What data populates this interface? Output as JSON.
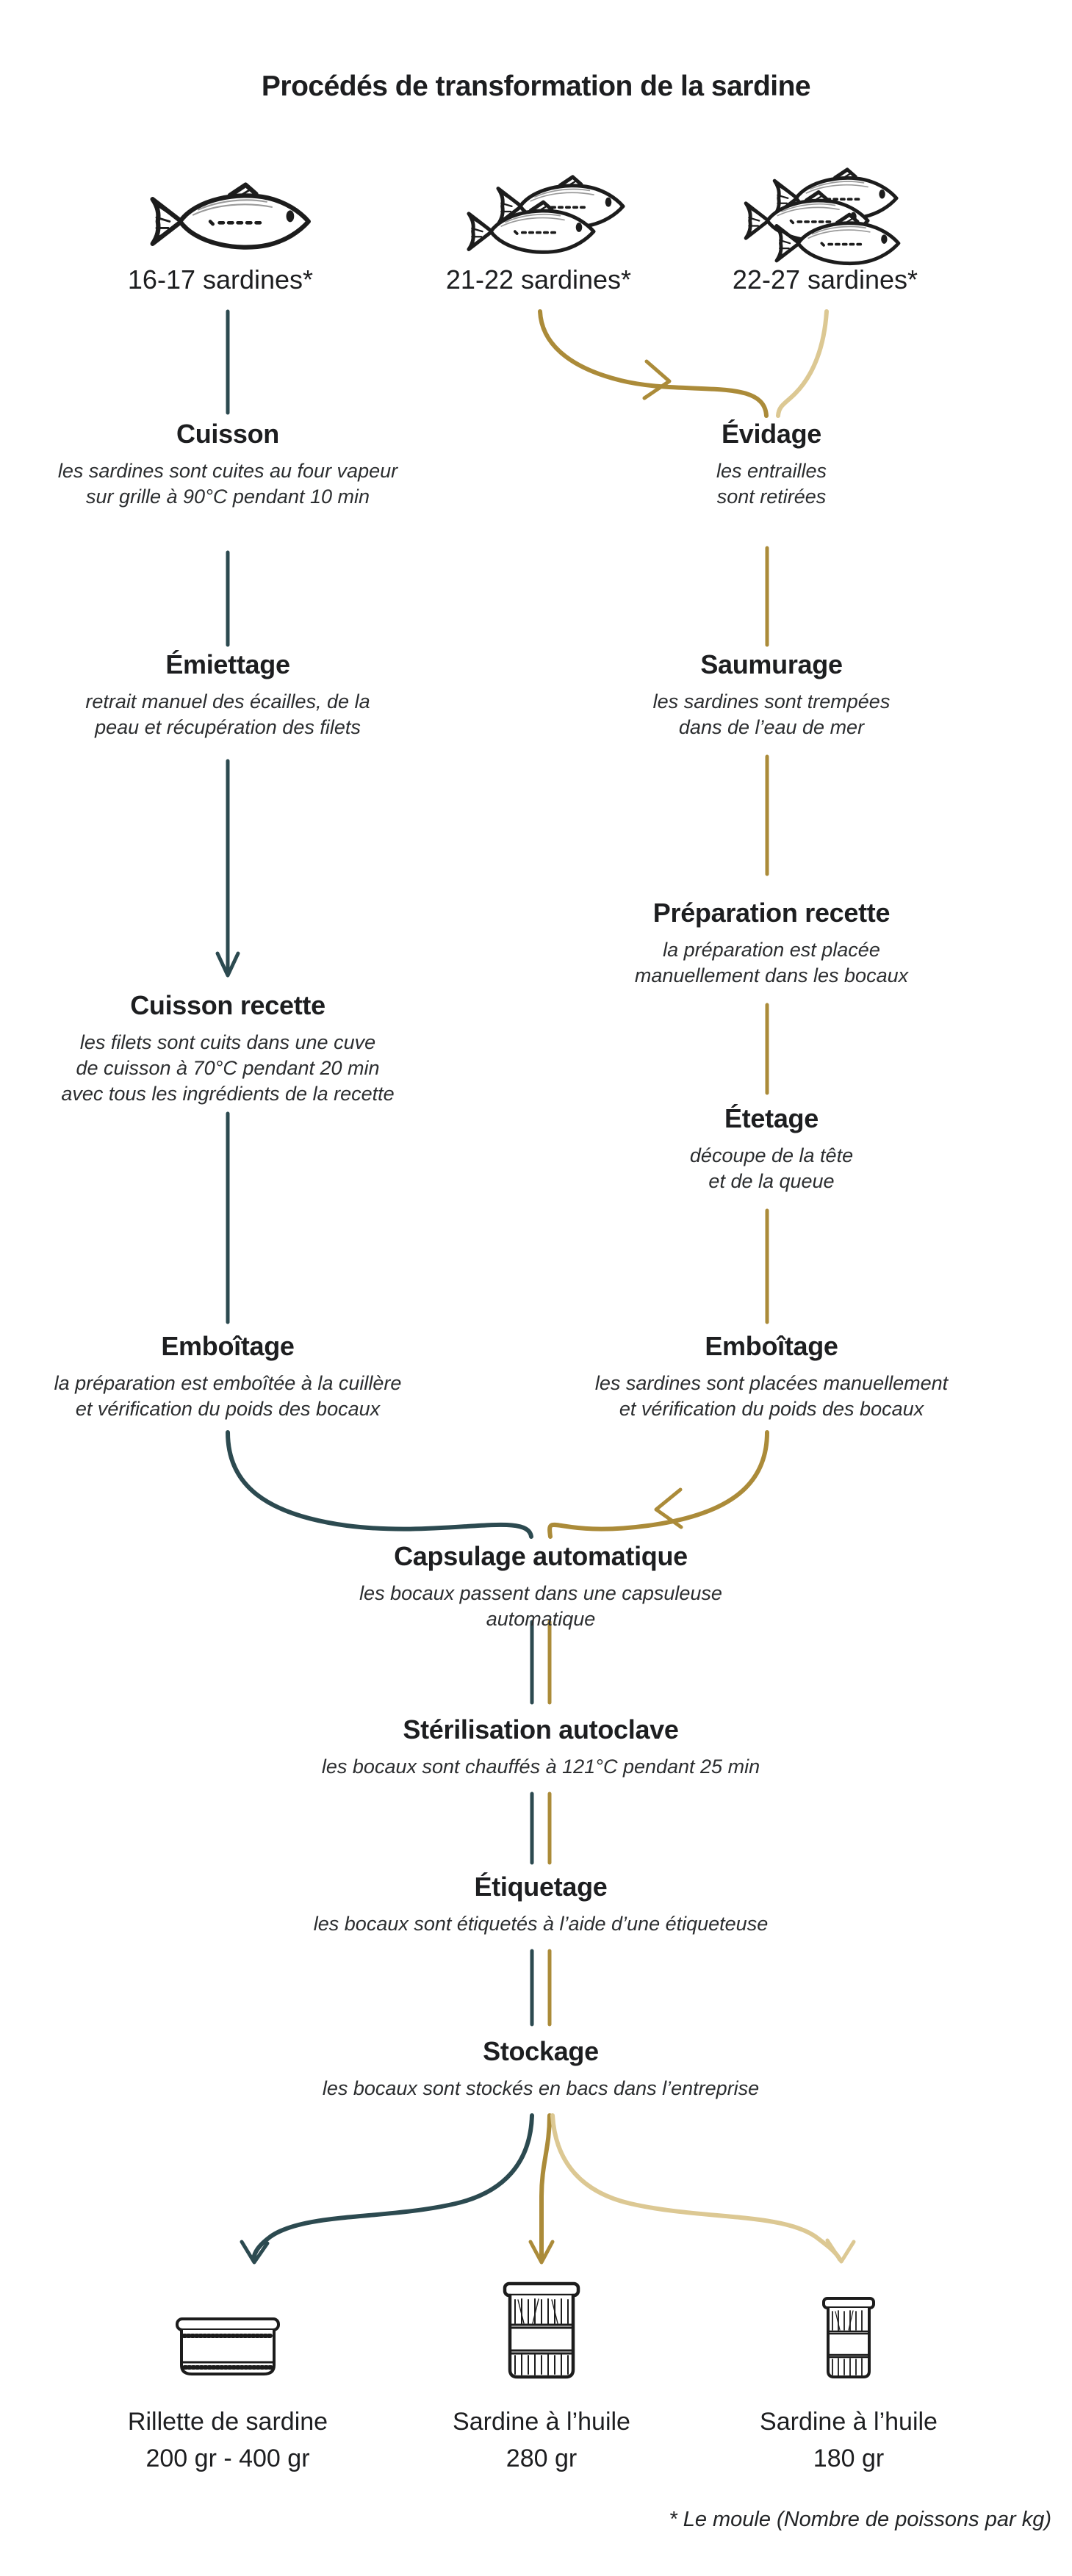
{
  "title": "Procédés de transformation de la sardine",
  "inputs": {
    "items": [
      {
        "label": "16-17 sardines*",
        "icon": "fish-icon",
        "fish_count": 1
      },
      {
        "label": "21-22 sardines*",
        "icon": "fish-pair-icon",
        "fish_count": 2
      },
      {
        "label": "22-27 sardines*",
        "icon": "fish-trio-icon",
        "fish_count": 3
      }
    ]
  },
  "steps": {
    "cuisson": {
      "title": "Cuisson",
      "desc": "les sardines sont cuites au four vapeur\nsur grille à 90°C pendant 10 min"
    },
    "evidage": {
      "title": "Évidage",
      "desc": "les entrailles\nsont retirées"
    },
    "emiettage": {
      "title": "Émiettage",
      "desc": "retrait manuel des écailles, de la\npeau et récupération des filets"
    },
    "saumurage": {
      "title": "Saumurage",
      "desc": "les sardines sont trempées\ndans de l’eau de mer"
    },
    "preparation_recette": {
      "title": "Préparation recette",
      "desc": "la préparation est placée\nmanuellement dans les bocaux"
    },
    "cuisson_recette": {
      "title": "Cuisson recette",
      "desc": "les filets sont cuits dans une cuve\nde cuisson à 70°C pendant 20 min\navec tous les ingrédients de la recette"
    },
    "etetage": {
      "title": "Étetage",
      "desc": "découpe de la tête\net de la queue"
    },
    "emboitage_gauche": {
      "title": "Emboîtage",
      "desc": "la préparation est emboîtée à la cuillère\net vérification du poids des bocaux"
    },
    "emboitage_droite": {
      "title": "Emboîtage",
      "desc": "les sardines sont placées manuellement\net vérification du poids des bocaux"
    },
    "capsulage": {
      "title": "Capsulage automatique",
      "desc": "les bocaux passent dans une capsuleuse automatique"
    },
    "sterilisation": {
      "title": "Stérilisation autoclave",
      "desc": "les bocaux sont chauffés à 121°C pendant 25 min"
    },
    "etiquetage": {
      "title": "Étiquetage",
      "desc": "les bocaux sont étiquetés à l’aide d’une étiqueteuse"
    },
    "stockage": {
      "title": "Stockage",
      "desc": "les bocaux sont stockés en bacs dans l’entreprise"
    }
  },
  "products": [
    {
      "name": "Rillette de sardine",
      "weight": "200 gr - 400 gr",
      "icon": "rillette-tin-icon"
    },
    {
      "name": "Sardine à l’huile",
      "weight": "280 gr",
      "icon": "jar-large-icon"
    },
    {
      "name": "Sardine à l’huile",
      "weight": "180 gr",
      "icon": "jar-small-icon"
    }
  ],
  "footnote": "* Le moule (Nombre de poissons par kg)",
  "colors": {
    "teal": "#2c4a50",
    "gold": "#ab8b39",
    "tan": "#dcc893",
    "ink": "#1d1e20"
  }
}
